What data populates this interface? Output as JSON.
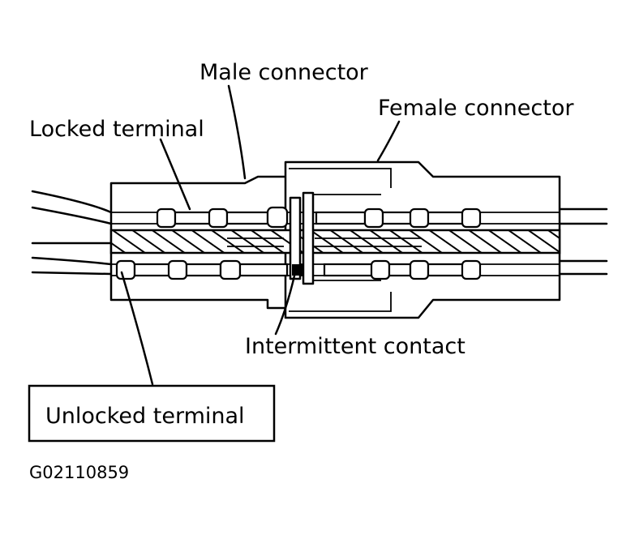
{
  "labels": {
    "male_connector": "Male connector",
    "female_connector": "Female connector",
    "locked_terminal": "Locked terminal",
    "intermittent_contact": "Intermittent contact",
    "unlocked_terminal": "Unlocked terminal"
  },
  "figure_code": "G02110859",
  "colors": {
    "ink": "#000000",
    "paper": "#ffffff"
  }
}
